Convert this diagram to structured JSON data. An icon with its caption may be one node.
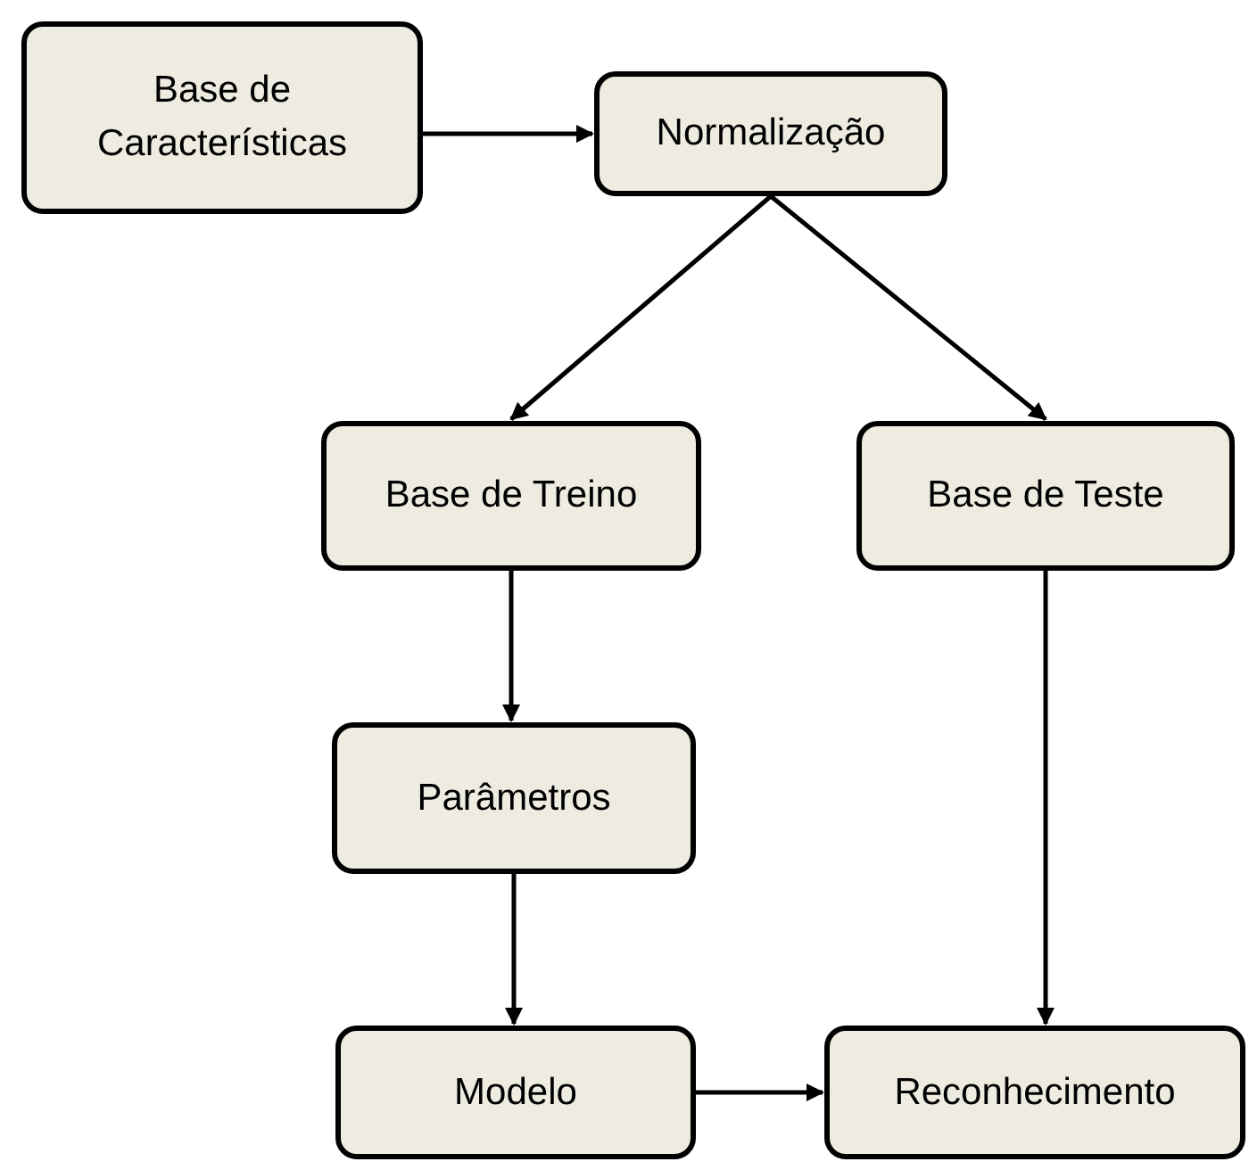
{
  "diagram": {
    "nodes": [
      {
        "text": [
          "Base de Características"
        ]
      },
      {
        "text": [
          "Normalização"
        ]
      },
      {
        "text": [
          "Base de Treino"
        ]
      },
      {
        "text": [
          "Base de Teste"
        ]
      },
      {
        "text": [
          "Parâmetros"
        ]
      },
      {
        "text": [
          "Modelo"
        ]
      },
      {
        "text": [
          "Reconhecimento"
        ]
      }
    ],
    "edges": [
      {
        "from": 0,
        "to": 1,
        "arrow": "to"
      },
      {
        "from": 1,
        "to": 2,
        "arrow": "to"
      },
      {
        "from": 1,
        "to": 3,
        "arrow": "to"
      },
      {
        "from": 2,
        "to": 4,
        "arrow": "to"
      },
      {
        "from": 4,
        "to": 5,
        "arrow": "to"
      },
      {
        "from": 3,
        "to": 6,
        "arrow": "to"
      },
      {
        "from": 5,
        "to": 6,
        "arrow": "to"
      }
    ]
  }
}
